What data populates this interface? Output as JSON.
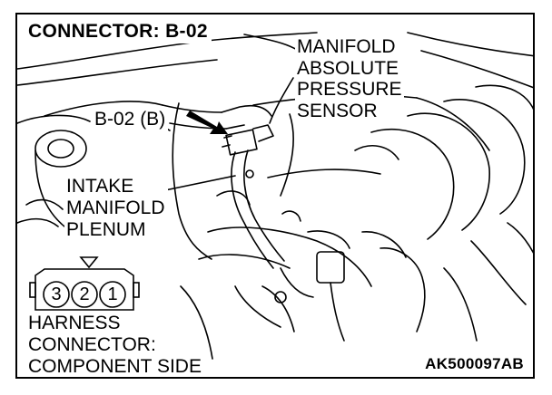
{
  "title": "CONNECTOR: B-02",
  "sensor_label": [
    "MANIFOLD",
    "ABSOLUTE",
    "PRESSURE",
    "SENSOR"
  ],
  "connector_callout": "B-02 (B)",
  "plenum_label": [
    "INTAKE",
    "MANIFOLD",
    "PLENUM"
  ],
  "harness_connector": {
    "pins": [
      "3",
      "2",
      "1"
    ],
    "caption": [
      "HARNESS",
      "CONNECTOR:",
      "COMPONENT SIDE"
    ]
  },
  "figure_code": "AK500097AB"
}
